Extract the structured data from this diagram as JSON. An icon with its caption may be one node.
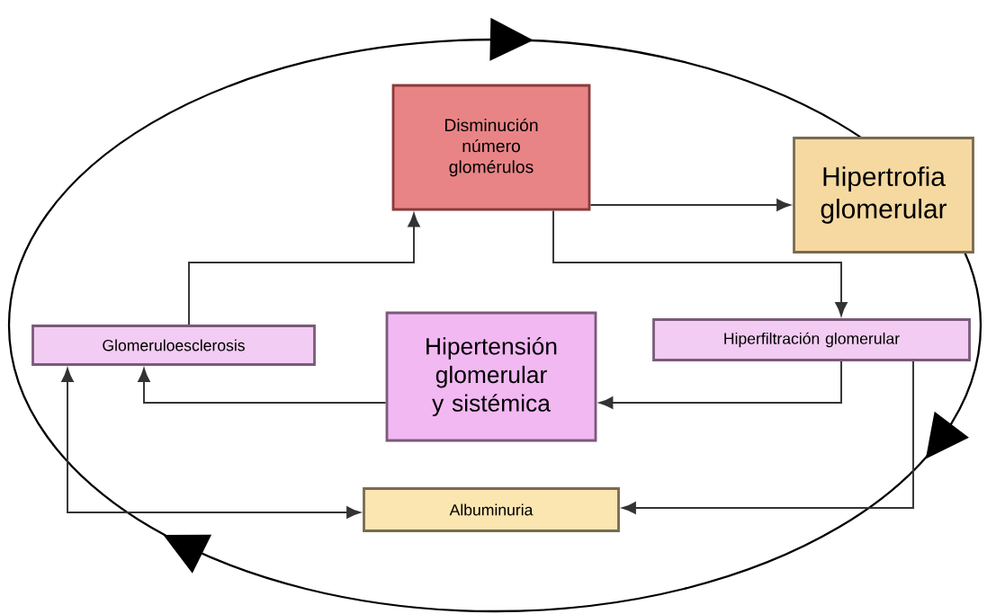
{
  "diagram": {
    "nodes": [
      {
        "text": [
          "Disminución número glomérulos"
        ]
      },
      {
        "text": [
          "Hipertrofia glomerular"
        ]
      },
      {
        "text": [
          "Glomeruloesclerosis"
        ]
      },
      {
        "text": [
          "Hipertensión glomerular y sistémica"
        ]
      },
      {
        "text": [
          "Hiperfiltración glomerular"
        ]
      },
      {
        "text": [
          "Albuminuria"
        ]
      }
    ],
    "edges": [
      {
        "from": 0,
        "to": 1,
        "arrow": "to"
      },
      {
        "from": 0,
        "to": 4,
        "arrow": "to"
      },
      {
        "from": 2,
        "to": 0,
        "arrow": "to"
      },
      {
        "from": 4,
        "to": 3,
        "arrow": "to"
      },
      {
        "from": 3,
        "to": 2,
        "arrow": "to"
      },
      {
        "from": 4,
        "to": 5,
        "arrow": "to"
      },
      {
        "from": 2,
        "to": 5,
        "arrow": "both"
      }
    ]
  }
}
